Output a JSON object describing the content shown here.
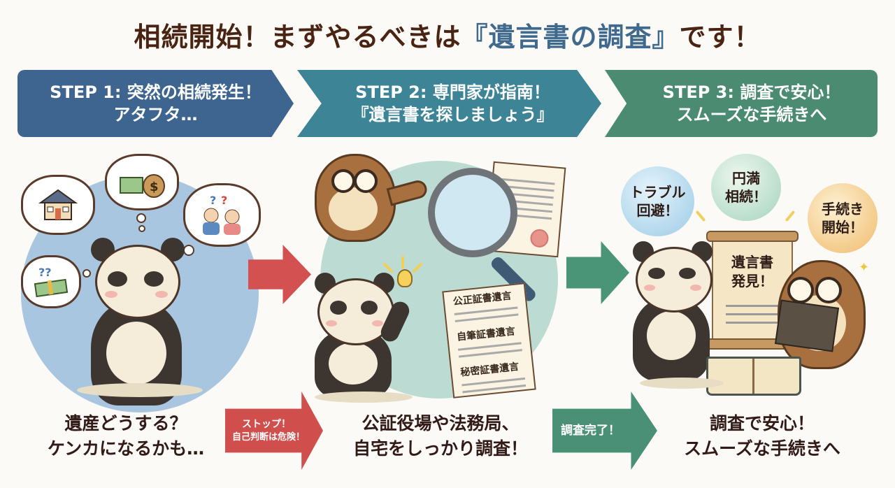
{
  "title": {
    "prefix": "相続開始！まずやるべきは",
    "highlight": "『遺言書の調査』",
    "suffix": "です！",
    "highlight_color": "#3f6a8e",
    "text_color": "#4a2412"
  },
  "steps": [
    {
      "label": "STEP 1: 突然の相続発生！",
      "sub": "アタフタ…",
      "color": "#3d6590"
    },
    {
      "label": "STEP 2: 専門家が指南！",
      "sub": "『遺言書を探しましょう』",
      "color": "#3d8497"
    },
    {
      "label": "STEP 3: 調査で安心！",
      "sub": "スムーズな手続きへ",
      "color": "#4b8b72"
    }
  ],
  "scene1": {
    "thoughts": [
      "house-icon",
      "money-bag-icon",
      "arguing-family-icon",
      "cash-question-icon"
    ],
    "question_marks": "??",
    "caption_line1": "遺産どうする？",
    "caption_line2": "ケンカになるかも…"
  },
  "scene2": {
    "documents": [
      "公正証書遺言",
      "自筆証書遺言",
      "秘密証書遺言"
    ],
    "caption_line1": "公証役場や法務局、",
    "caption_line2": "自宅をしっかり調査！"
  },
  "scene3": {
    "bubbles": [
      {
        "line1": "トラブル",
        "line2": "回避！"
      },
      {
        "line1": "円満",
        "line2": "相続！"
      },
      {
        "line1": "手続き",
        "line2": "開始！"
      }
    ],
    "scroll_line1": "遺言書",
    "scroll_line2": "発見！",
    "caption_line1": "調査で安心！",
    "caption_line2": "スムーズな手続きへ"
  },
  "arrows": {
    "stop": {
      "line1": "ストップ！",
      "line2": "自己判断は危険！",
      "color": "#d04e4c"
    },
    "done": {
      "label": "調査完了！",
      "color": "#4a9077"
    }
  },
  "icons": {
    "dollar": "$",
    "question": "?",
    "sparkle": "✦"
  }
}
